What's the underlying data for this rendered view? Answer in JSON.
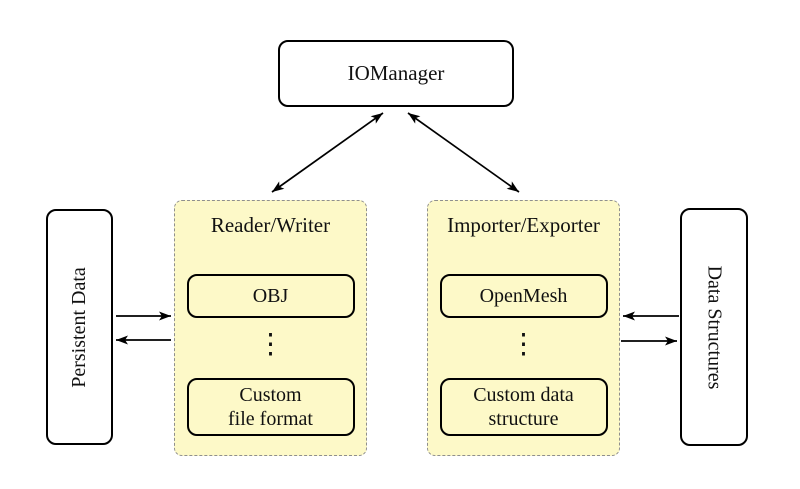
{
  "diagram": {
    "nodes": {
      "iomanager": {
        "label": "IOManager"
      },
      "persistent_data": {
        "label": "Persistent Data"
      },
      "data_structures": {
        "label": "Data Structures"
      },
      "reader_writer": {
        "label": "Reader/Writer",
        "item_top": {
          "line1": "OBJ",
          "line2": ""
        },
        "ellipsis": "⋮",
        "item_bottom": {
          "line1": "Custom",
          "line2": "file format"
        }
      },
      "importer_exporter": {
        "label": "Importer/Exporter",
        "item_top": {
          "line1": "OpenMesh",
          "line2": ""
        },
        "ellipsis": "⋮",
        "item_bottom": {
          "line1": "Custom data",
          "line2": "structure"
        }
      }
    },
    "colors": {
      "background": "#ffffff",
      "container_fill": "#FDF9C8",
      "container_border": "#8f8f8f",
      "node_fill": "#ffffff",
      "node_border": "#000000",
      "arrow": "#000000",
      "text": "#111111"
    }
  }
}
